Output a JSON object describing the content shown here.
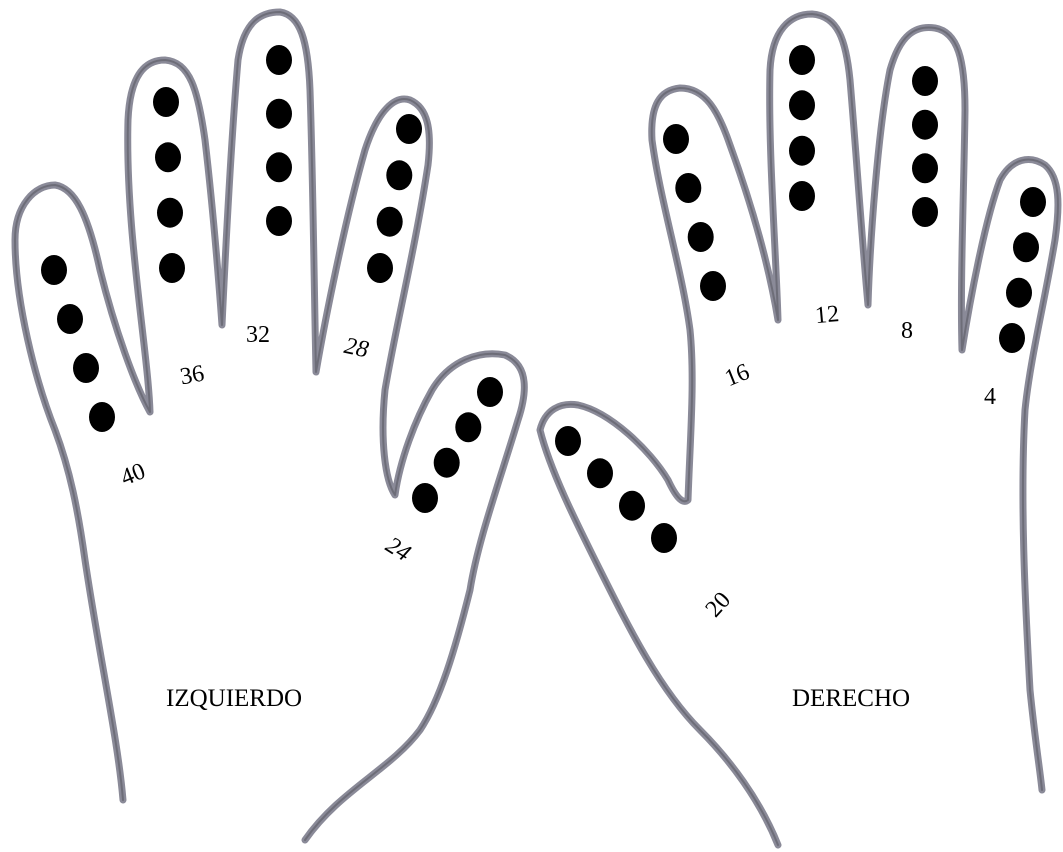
{
  "hands": {
    "left": {
      "label": "IZQUIERDO",
      "finger_counts": [
        4,
        4,
        4,
        4,
        4
      ],
      "finger_numbers": [
        "40",
        "36",
        "32",
        "28",
        "24"
      ]
    },
    "right": {
      "label": "DERECHO",
      "finger_counts": [
        4,
        4,
        4,
        4,
        4
      ],
      "finger_numbers": [
        "20",
        "16",
        "12",
        "8",
        "4"
      ]
    }
  },
  "colors": {
    "outline": "#8a8a98",
    "dots": "#000000",
    "background": "#ffffff"
  }
}
